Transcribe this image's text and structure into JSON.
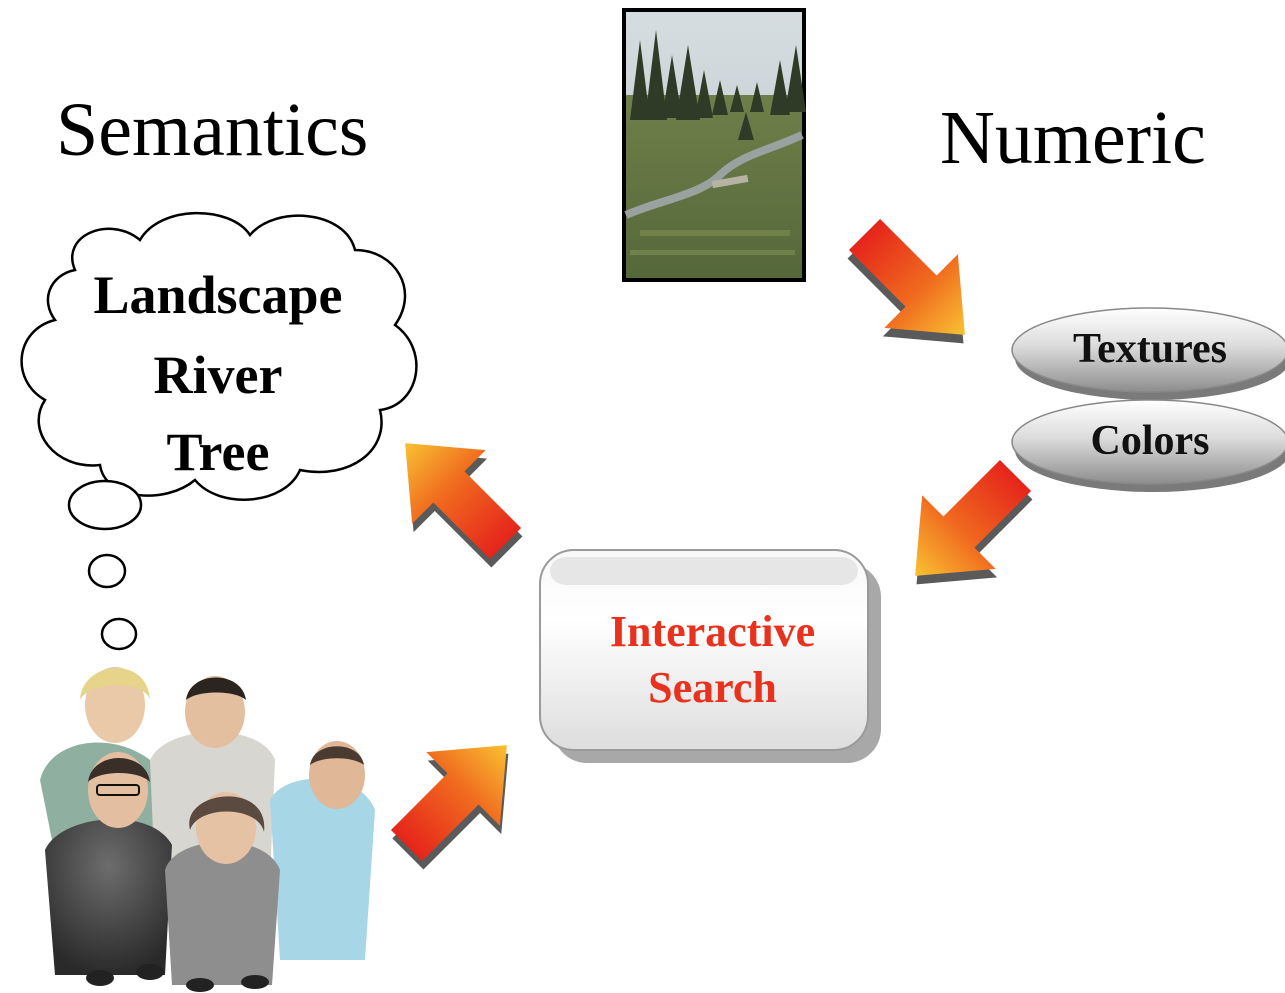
{
  "headings": {
    "semantics": "Semantics",
    "numeric": "Numeric"
  },
  "thought_cloud": {
    "lines": [
      "Landscape",
      "River",
      "Tree"
    ]
  },
  "feature_pills": {
    "textures": "Textures",
    "colors": "Colors"
  },
  "search_box": {
    "lines": [
      "Interactive",
      "Search"
    ]
  },
  "photo": {
    "subject": "landscape-photo"
  },
  "people": {
    "subject": "group-of-people-photo"
  },
  "colors": {
    "arrow_red": "#e5241b",
    "arrow_yellow": "#f9c232",
    "search_text": "#e8321e",
    "pill_gray": "#c8c8c8"
  }
}
